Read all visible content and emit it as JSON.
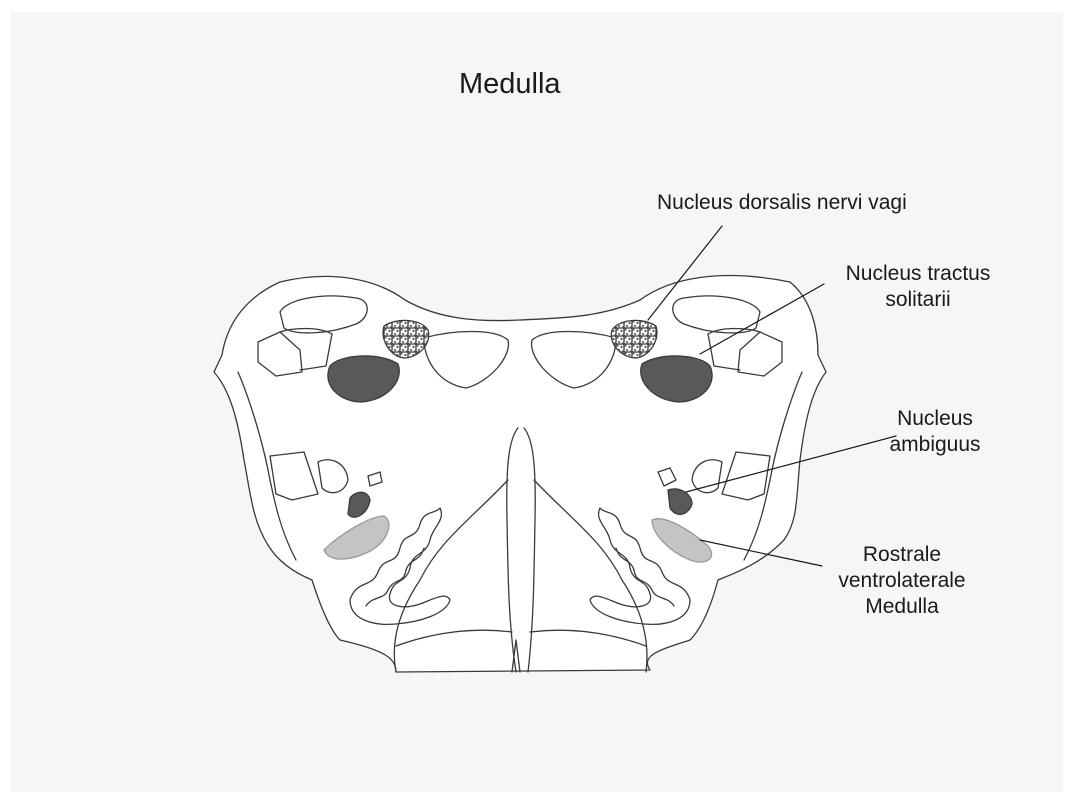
{
  "diagram": {
    "title": "Medulla",
    "labels": {
      "dorsal_motor_nucleus": [
        "Nucleus dorsalis nervi vagi"
      ],
      "solitary_tract_nucleus": [
        "Nucleus tractus",
        "solitarii"
      ],
      "ambiguus": [
        "Nucleus",
        "ambiguus"
      ],
      "rvlm": [
        "Rostrale",
        "ventrolaterale",
        "Medulla"
      ]
    },
    "colors": {
      "background": "#f6f6f6",
      "outline": "#3a3a3a",
      "solitary_nucleus_fill": "#595959",
      "ambiguus_fill": "#595959",
      "rvlm_fill": "#bdbdbd",
      "dorsal_motor_fill": "#7a7a7a"
    }
  }
}
